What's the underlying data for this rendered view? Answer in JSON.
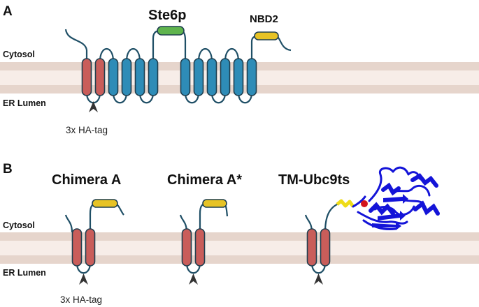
{
  "panels": {
    "a": {
      "label": "A",
      "protein": "Ste6p",
      "domain": "NBD2",
      "cytosol": "Cytosol",
      "lumen": "ER Lumen",
      "tag": "3x HA-tag"
    },
    "b": {
      "label": "B",
      "constructs": [
        "Chimera A",
        "Chimera A*",
        "TM-Ubc9ts"
      ],
      "cytosol": "Cytosol",
      "lumen": "ER Lumen",
      "tag": "3x HA-tag"
    }
  },
  "colors": {
    "membrane_outer": "#e6d5cc",
    "membrane_inner": "#f7ede8",
    "tm_red": "#c95d5a",
    "tm_blue": "#2e8cb7",
    "nbd_green": "#5fb44d",
    "nbd_yellow": "#e7c325",
    "line": "#1f4f66",
    "protein_blue": "#1414d8",
    "protein_red": "#d2141e",
    "protein_yellow": "#eedc18"
  }
}
